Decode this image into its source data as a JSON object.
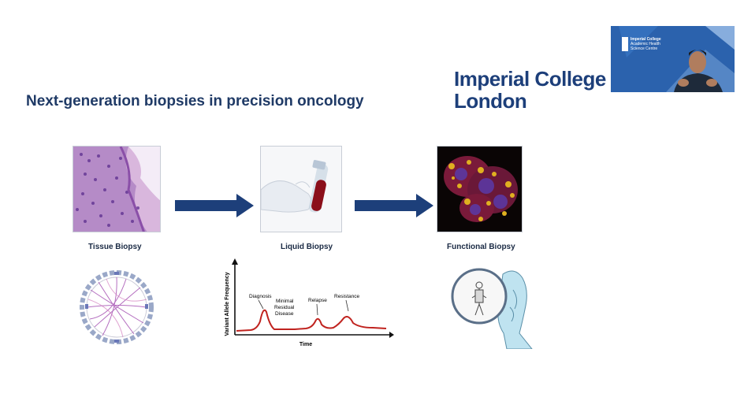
{
  "slide": {
    "title": "Next-generation biopsies in precision oncology",
    "logo_line1": "Imperial College",
    "logo_line2": "London",
    "brand_color": "#1d3f7a"
  },
  "video_tile": {
    "logo_text_line1": "Imperial College",
    "logo_text_line2": "Academic Health",
    "logo_text_line3": "Science Centre"
  },
  "panels": [
    {
      "label": "Tissue Biopsy",
      "image": "histology-micrograph"
    },
    {
      "label": "Liquid Biopsy",
      "image": "blood-tube-in-gloved-hand"
    },
    {
      "label": "Functional Biopsy",
      "image": "fluorescent-organoid"
    }
  ],
  "vaf_chart": {
    "ylabel": "Variant Allele Frequency",
    "xlabel": "Time",
    "annotations": [
      "Diagnosis",
      "Minimal",
      "Residual",
      "Disease",
      "Relapse",
      "Resistance"
    ]
  }
}
